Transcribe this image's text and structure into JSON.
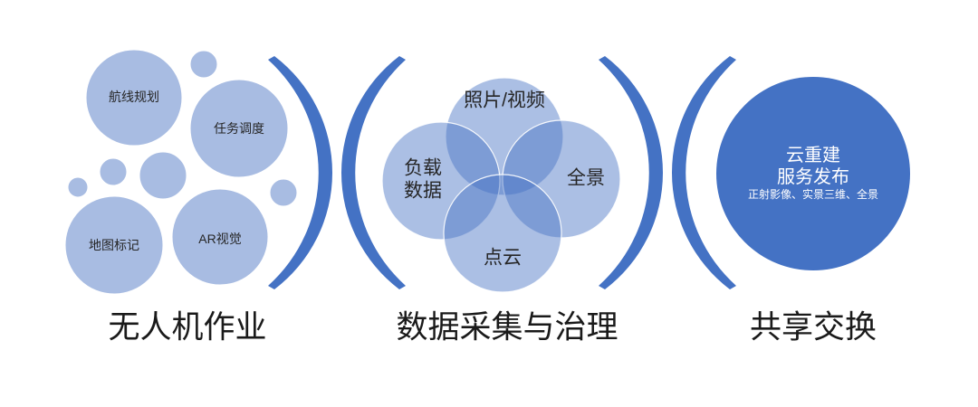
{
  "colors": {
    "bubble": "#A8BCE2",
    "venn_circle": "#4472C4",
    "bracket": "#4472C4",
    "service_circle": "#4472C4",
    "service_text": "#FFFFFF",
    "label_text": "#262626",
    "caption_text": "#1A1A1A"
  },
  "uav_operations": {
    "caption": "无人机作业",
    "bubbles": [
      "航线规划",
      "任务调度",
      "地图标记",
      "AR视觉"
    ]
  },
  "data_collection": {
    "caption": "数据采集与治理",
    "photo_video": "照片/视频",
    "payload_data": [
      "负载",
      "数据"
    ],
    "panorama": "全景",
    "point_cloud": "点云"
  },
  "sharing_exchange": {
    "caption": "共享交换",
    "service_lines": [
      "云重建",
      "服务发布"
    ],
    "products": "正射影像、实景三维、全景"
  }
}
